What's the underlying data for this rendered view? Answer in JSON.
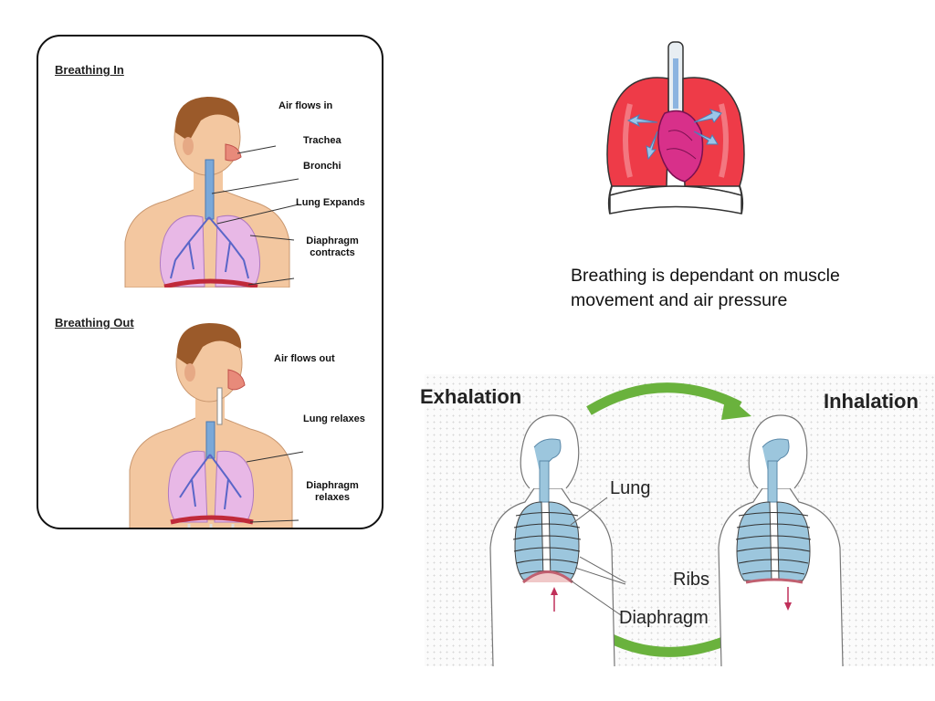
{
  "breathing_in": {
    "title": "Breathing In",
    "labels": {
      "air": "Air flows in",
      "trachea": "Trachea",
      "bronchi": "Bronchi",
      "lung": "Lung Expands",
      "diaphragm_line1": "Diaphragm",
      "diaphragm_line2": "contracts"
    }
  },
  "breathing_out": {
    "title": "Breathing Out",
    "labels": {
      "air": "Air flows out",
      "lung": "Lung relaxes",
      "diaphragm_line1": "Diaphragm",
      "diaphragm_line2": "relaxes"
    }
  },
  "caption": "Breathing is dependant on muscle movement and air pressure",
  "cycle": {
    "exhalation": "Exhalation",
    "inhalation": "Inhalation",
    "lung": "Lung",
    "ribs": "Ribs",
    "diaphragm": "Diaphragm"
  },
  "colors": {
    "skin": "#f3c7a0",
    "hair": "#9b5a2a",
    "lung_fill": "#e8b8e6",
    "lung_vessels": "#5a66c8",
    "diaphragm": "#c02a3a",
    "arrow_green": "#6ab23d",
    "lung_blue": "#9cc6dd",
    "heart": "#d8308a",
    "illus_lung_red": "#ee3b48"
  }
}
